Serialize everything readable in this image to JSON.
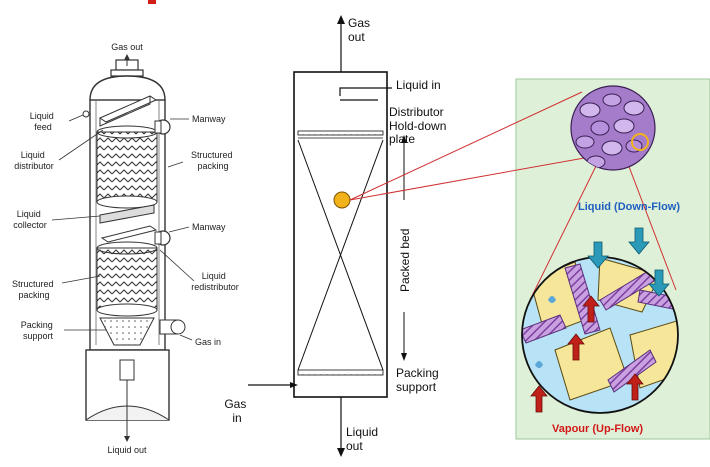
{
  "left_column": {
    "gas_out": "Gas out",
    "liquid_feed_1": "Liquid",
    "liquid_feed_2": "feed",
    "liquid_distributor_1": "Liquid",
    "liquid_distributor_2": "distributor",
    "liquid_collector_1": "Liquid",
    "liquid_collector_2": "collector",
    "structured_packing_left_1": "Structured",
    "structured_packing_left_2": "packing",
    "packing_support_1": "Packing",
    "packing_support_2": "support",
    "manway_top": "Manway",
    "structured_packing_right_1": "Structured",
    "structured_packing_right_2": "packing",
    "manway_bottom": "Manway",
    "liquid_redistributor_1": "Liquid",
    "liquid_redistributor_2": "redistributor",
    "gas_in": "Gas in",
    "liquid_out": "Liquid  out"
  },
  "middle_column": {
    "gas_out_1": "Gas",
    "gas_out_2": "out",
    "liquid_in": "Liquid in",
    "distributor": "Distributor",
    "hold_down_1": "Hold-down",
    "hold_down_2": "plate",
    "packed_bed": "Packed bed",
    "packing_support_1": "Packing",
    "packing_support_2": "support",
    "gas_in_1": "Gas",
    "gas_in_2": "in",
    "liquid_out_1": "Liquid",
    "liquid_out_2": "out"
  },
  "right_panel": {
    "liquid_flow": "Liquid (Down-Flow)",
    "vapour_flow": "Vapour (Up-Flow)",
    "colors": {
      "panel_bg": "#dff0d8",
      "liquid_text": "#1f5fbf",
      "vapour_text": "#d01818",
      "highlight_dot": "#f2b21a",
      "guide_lines": "#d03030"
    }
  }
}
